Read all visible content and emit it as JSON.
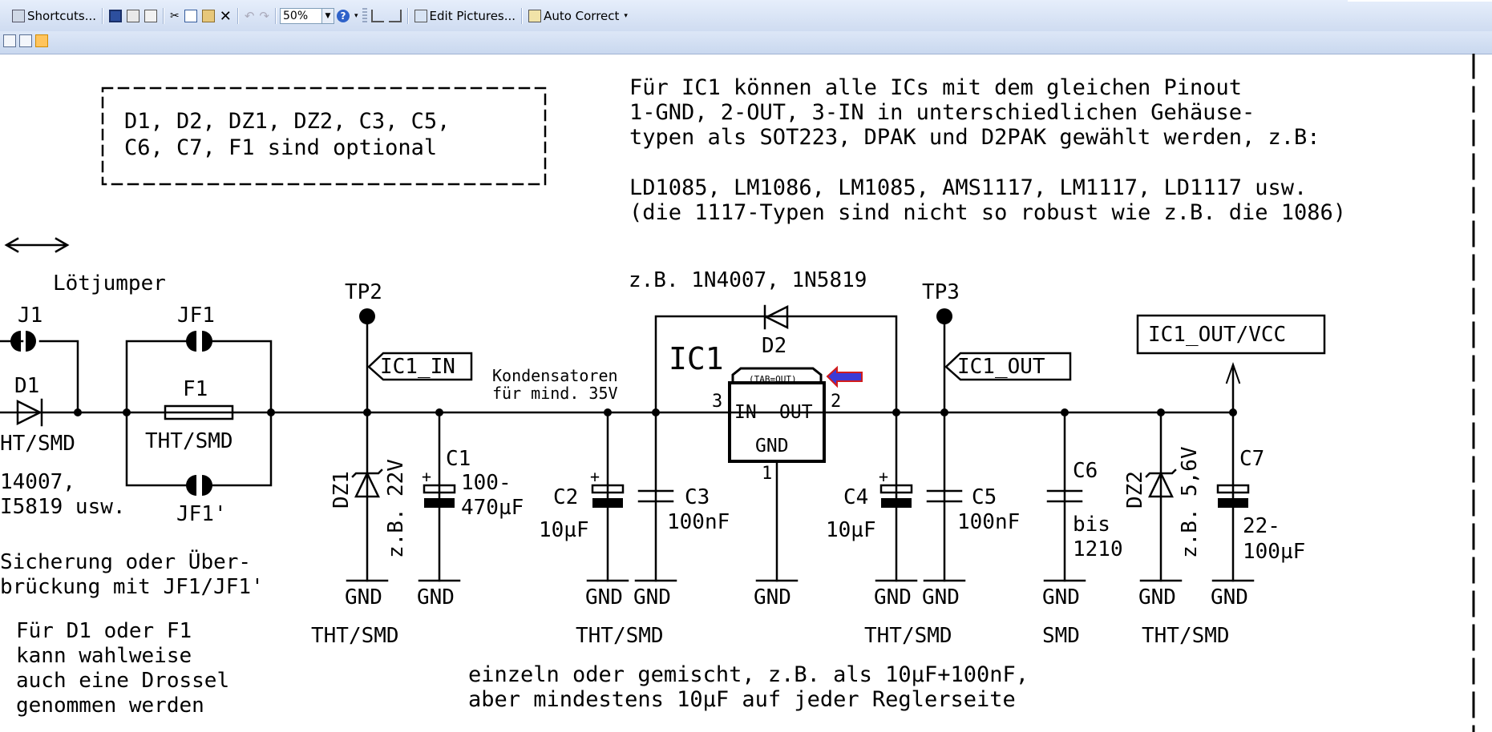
{
  "toolbar": {
    "shortcuts_label": "Shortcuts...",
    "zoom_value": "50%",
    "edit_pictures_label": "Edit Pictures...",
    "auto_correct_label": "Auto Correct"
  },
  "schematic": {
    "note_optional": [
      "D1, D2, DZ1, DZ2, C3, C5,",
      "C6, C7, F1 sind optional"
    ],
    "note_ic1": [
      "Für IC1 können alle ICs mit dem gleichen Pinout",
      "1-GND, 2-OUT, 3-IN in unterschiedlichen Gehäuse-",
      "typen als SOT223, DPAK und D2PAK gewählt werden, z.B:"
    ],
    "note_types": [
      "LD1085, LM1086, LM1085, AMS1117, LM1117, LD1117 usw.",
      "(die 1117-Typen sind nicht so robust wie z.B. die 1086)"
    ],
    "loetjumper": "Lötjumper",
    "j1": "J1",
    "jf1": "JF1",
    "jf1b": "JF1'",
    "d1": "D1",
    "d1_pkg": "HT/SMD",
    "d1_types": [
      "14007,",
      "I5819 usw."
    ],
    "f1": "F1",
    "f1_pkg": "THT/SMD",
    "fuse_note": [
      "Sicherung oder Über-",
      "brückung mit JF1/JF1'"
    ],
    "choke_note": [
      "Für D1 oder F1",
      "kann wahlweise",
      "auch eine Drossel",
      "genommen werden"
    ],
    "tp2": "TP2",
    "tp3": "TP3",
    "ic1_in": "IC1_IN",
    "ic1_out": "IC1_OUT",
    "ic1_out_vcc": "IC1_OUT/VCC",
    "d2_types": "z.B. 1N4007, 1N5819",
    "d2": "D2",
    "ic1": "IC1",
    "ic_tab": "(TAB=OUT)",
    "ic_in": "IN",
    "ic_out": "OUT",
    "ic_gnd": "GND",
    "pin1": "1",
    "pin2": "2",
    "pin3": "3",
    "cap_note": [
      "Kondensatoren",
      "für mind. 35V"
    ],
    "dz1": "DZ1",
    "dz1_v": "22V",
    "dz1_eg": "z.B.",
    "dz2": "DZ2",
    "dz2_v": "5,6V",
    "dz2_eg": "z.B.",
    "c1": "C1",
    "c1_v": [
      "100-",
      "470µF"
    ],
    "c2": "C2",
    "c2_v": "10µF",
    "c3": "C3",
    "c3_v": "100nF",
    "c4": "C4",
    "c4_v": "10µF",
    "c5": "C5",
    "c5_v": "100nF",
    "c6": "C6",
    "c6_v": [
      "bis",
      "1210"
    ],
    "c7": "C7",
    "c7_v": [
      "22-",
      "100µF"
    ],
    "gnd": "GND",
    "pkg_tht_smd": "THT/SMD",
    "pkg_smd": "SMD",
    "mix_note": [
      "einzeln oder gemischt, z.B. als 10µF+100nF,",
      "aber mindestens 10µF auf jeder Reglerseite"
    ]
  },
  "colors": {
    "arrow_fill": "#3b3bd6",
    "arrow_stroke": "#d21c1c",
    "active_view": "#ffc45c"
  }
}
